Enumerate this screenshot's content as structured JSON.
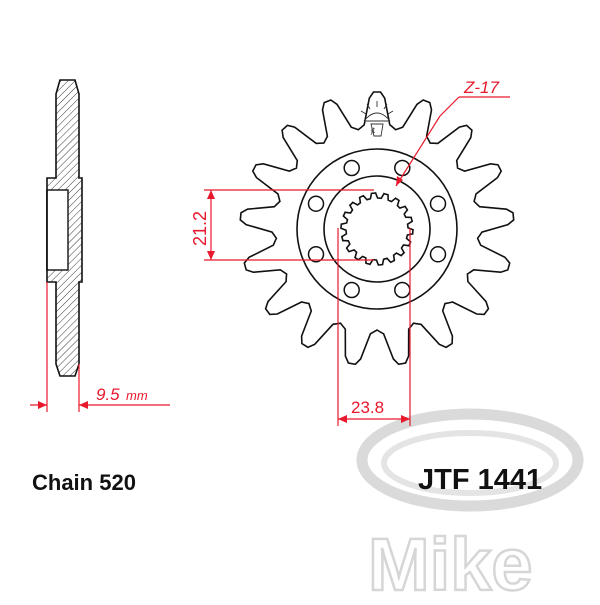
{
  "drawing": {
    "teeth_label": "Z-17",
    "bore_height": "21.2",
    "offset_value": "9.5",
    "offset_unit": "mm",
    "spline_width": "23.8",
    "chain_label": "Chain 520",
    "part_number": "JTF 1441",
    "teeth_count": 17,
    "bolt_holes": 8
  },
  "watermark": {
    "text": "Mike"
  },
  "colors": {
    "outline": "#111111",
    "dimension": "#e8192c",
    "watermark": "#d8d8d8"
  }
}
